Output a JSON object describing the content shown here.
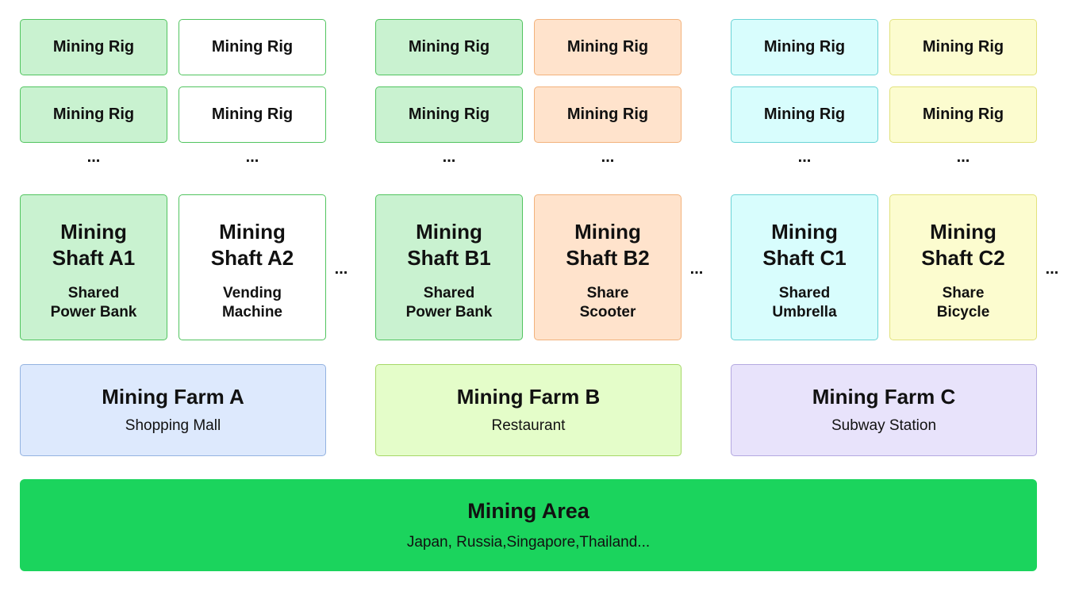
{
  "rig_label": "Mining Rig",
  "ellipsis": "...",
  "colors": {
    "green": "#c9f2d0",
    "white": "#ffffff",
    "orange": "#ffe3cc",
    "cyan": "#d8fdfd",
    "yellow": "#fcfccf",
    "farm_a": "#dde9fd",
    "farm_b": "#e4fdc9",
    "farm_c": "#e8e3fb",
    "area": "#1bd45d"
  },
  "shafts": [
    {
      "name_line1": "Mining",
      "name_line2": "Shaft A1",
      "desc_line1": "Shared",
      "desc_line2": "Power Bank"
    },
    {
      "name_line1": "Mining",
      "name_line2": "Shaft A2",
      "desc_line1": "Vending",
      "desc_line2": "Machine"
    },
    {
      "name_line1": "Mining",
      "name_line2": "Shaft B1",
      "desc_line1": "Shared",
      "desc_line2": "Power Bank"
    },
    {
      "name_line1": "Mining",
      "name_line2": "Shaft B2",
      "desc_line1": "Share",
      "desc_line2": "Scooter"
    },
    {
      "name_line1": "Mining",
      "name_line2": "Shaft C1",
      "desc_line1": "Shared",
      "desc_line2": "Umbrella"
    },
    {
      "name_line1": "Mining",
      "name_line2": "Shaft C2",
      "desc_line1": "Share",
      "desc_line2": "Bicycle"
    }
  ],
  "farms": [
    {
      "name": "Mining Farm A",
      "desc": "Shopping Mall"
    },
    {
      "name": "Mining Farm B",
      "desc": "Restaurant"
    },
    {
      "name": "Mining Farm C",
      "desc": "Subway Station"
    }
  ],
  "area": {
    "name": "Mining Area",
    "desc": "Japan, Russia,Singapore,Thailand..."
  }
}
